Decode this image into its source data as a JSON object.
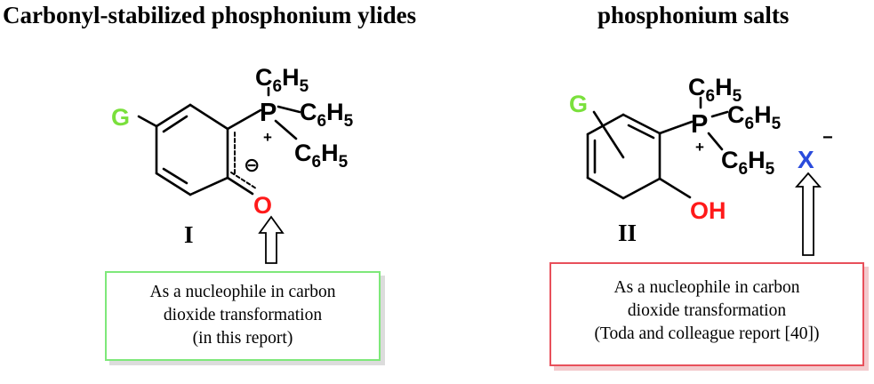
{
  "headings": {
    "left": "Carbonyl-stabilized phosphonium ylides",
    "right": "phosphonium salts"
  },
  "compound_I": {
    "label": "I",
    "substituent": "G",
    "phosphorus": "P",
    "cation_charge": "+",
    "anion_charge": "⊖",
    "oxygen": "O",
    "phenyl_C": "C",
    "phenyl_6": "6",
    "phenyl_H": "H",
    "phenyl_5": "5"
  },
  "compound_II": {
    "label": "II",
    "substituent": "G",
    "phosphorus": "P",
    "cation_charge": "+",
    "hydroxyl": "OH",
    "counterion": "X",
    "counterion_charge": "−",
    "phenyl_C": "C",
    "phenyl_6": "6",
    "phenyl_H": "H",
    "phenyl_5": "5"
  },
  "notes": {
    "left": [
      "As a nucleophile in carbon",
      "dioxide transformation",
      "(in this report)"
    ],
    "right": [
      "As a nucleophile in carbon",
      "dioxide transformation",
      "(Toda and colleague report [40])"
    ]
  },
  "colors": {
    "substituent_G": "#7ae03c",
    "oxygen": "#ff1a1a",
    "counterion": "#2a4bdc",
    "note_left_border": "#7ee87a",
    "note_right_border": "#e8505b"
  }
}
